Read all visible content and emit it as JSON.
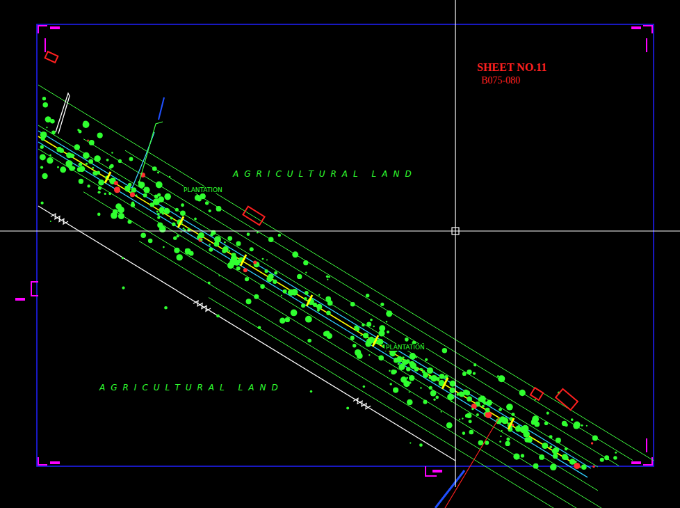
{
  "diagram": {
    "labels": [
      "SHEET NO.11",
      "B075-080",
      "AGRICULTURAL LAND",
      "AGRICULTURAL LAND",
      "PLANTATION",
      "PLANTATION"
    ]
  }
}
